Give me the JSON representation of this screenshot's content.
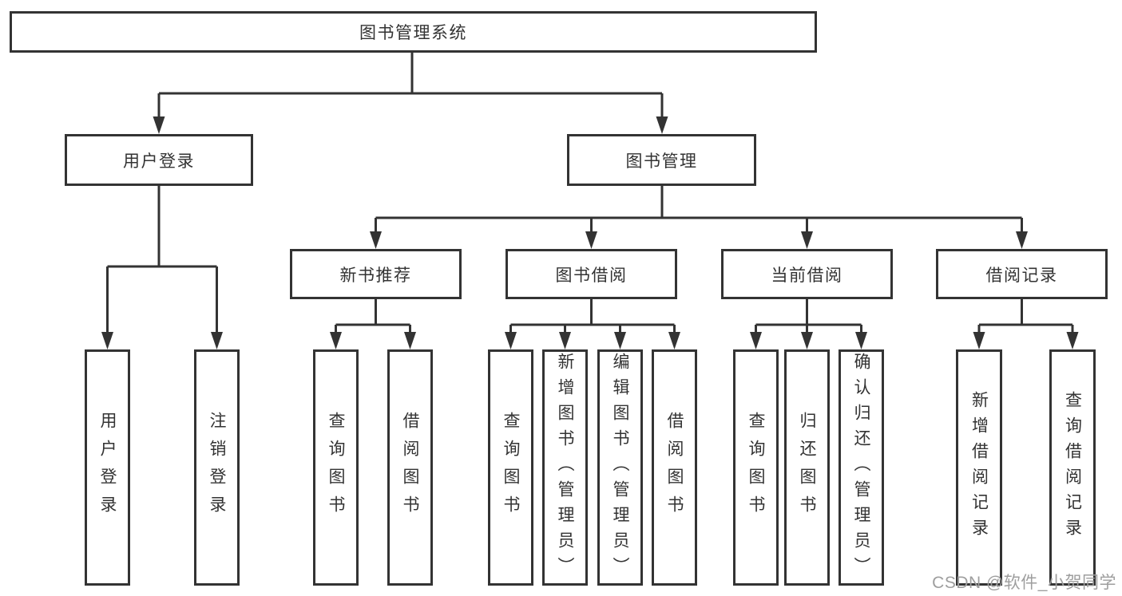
{
  "tree": {
    "root": {
      "label": "图书管理系统"
    },
    "branches": [
      {
        "label": "用户登录",
        "leaves": [
          "用户登录",
          "注销登录"
        ]
      },
      {
        "label": "图书管理",
        "subbranches": [
          {
            "label": "新书推荐",
            "leaves": [
              "查询图书",
              "借阅图书"
            ]
          },
          {
            "label": "图书借阅",
            "leaves": [
              "查询图书",
              "新增图书（管理员）",
              "编辑图书（管理员）",
              "借阅图书"
            ]
          },
          {
            "label": "当前借阅",
            "leaves": [
              "查询图书",
              "归还图书",
              "确认归还（管理员）"
            ]
          },
          {
            "label": "借阅记录",
            "leaves": [
              "新增借阅记录",
              "查询借阅记录"
            ]
          }
        ]
      }
    ]
  },
  "watermark": {
    "text": "CSDN @软件_小贺同学",
    "color": "#9e9e9e"
  },
  "colors": {
    "line": "#333333",
    "box_border": "#333333",
    "text": "#333333",
    "background": "#ffffff"
  }
}
